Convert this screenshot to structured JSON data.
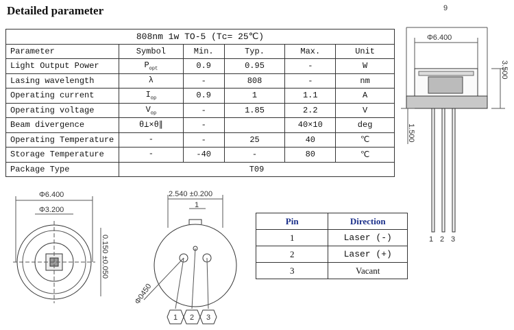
{
  "title": "Detailed parameter",
  "table": {
    "caption": "808nm 1w TO-5 (Tc= 25℃)",
    "headers": [
      "Parameter",
      "Symbol",
      "Min.",
      "Typ.",
      "Max.",
      "Unit"
    ],
    "rows": [
      {
        "param": "Light Output Power",
        "sym": "P",
        "sub": "opt",
        "min": "0.9",
        "typ": "0.95",
        "max": "-",
        "unit": "W"
      },
      {
        "param": "Lasing wavelength",
        "sym": "λ",
        "sub": "",
        "min": "-",
        "typ": "808",
        "max": "-",
        "unit": "nm"
      },
      {
        "param": "Operating current",
        "sym": "I",
        "sub": "op",
        "min": "0.9",
        "typ": "1",
        "max": "1.1",
        "unit": "A"
      },
      {
        "param": "Operating voltage",
        "sym": "V",
        "sub": "op",
        "min": "-",
        "typ": "1.85",
        "max": "2.2",
        "unit": "V"
      },
      {
        "param": "Beam divergence",
        "sym": "θ⊥×θ∥",
        "sub": "",
        "min": "-",
        "typ": "",
        "max": "40×10",
        "unit": "deg"
      },
      {
        "param": "Operating Temperature",
        "sym": "-",
        "sub": "",
        "min": "-",
        "typ": "25",
        "max": "40",
        "unit": "℃"
      },
      {
        "param": "Storage Temperature",
        "sym": "-",
        "sub": "",
        "min": "-40",
        "typ": "-",
        "max": "80",
        "unit": "℃"
      }
    ],
    "package_label": "Package Type",
    "package_value": "T09"
  },
  "pins": {
    "headers": [
      "Pin",
      "Direction"
    ],
    "rows": [
      {
        "pin": "1",
        "dir": "Laser (-)"
      },
      {
        "pin": "2",
        "dir": "Laser (+)"
      },
      {
        "pin": "3",
        "dir": "Vacant"
      }
    ]
  },
  "dims": {
    "side_width": "9",
    "side_cap": "Φ6.400",
    "side_height": "3.500",
    "side_flange": "1.500",
    "pin_labels": [
      "1",
      "2",
      "3"
    ],
    "front_outer": "Φ6.400",
    "front_inner": "Φ3.200",
    "front_offset": "0.150 ±0.050",
    "bottom_spacing": "2.540 ±0.200",
    "bottom_key": "1",
    "bottom_pin_dia": "Φ0450",
    "bottom_callouts": [
      "1",
      "2",
      "3"
    ]
  },
  "colors": {
    "pin_header": "#1a2f8a",
    "line": "#333333"
  }
}
